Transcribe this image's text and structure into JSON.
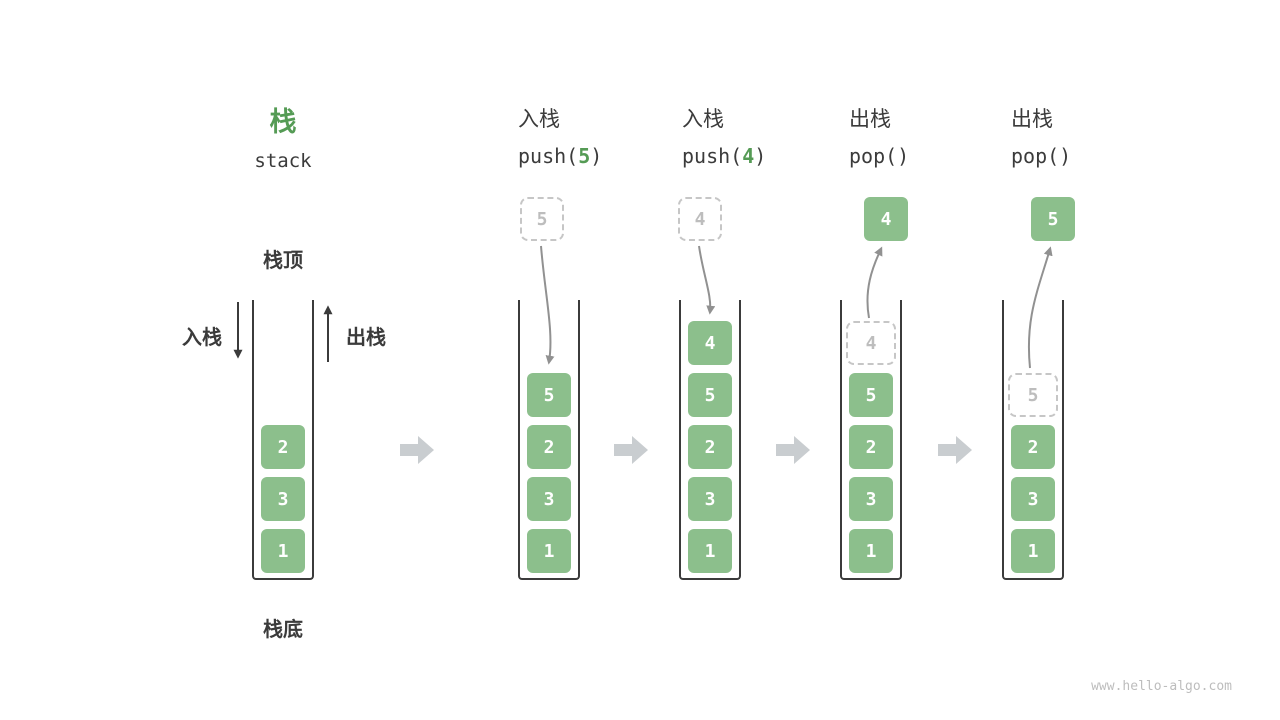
{
  "meta": {
    "watermark": "www.hello-algo.com"
  },
  "colors": {
    "cell_green": "#8CBF8C",
    "accent_green": "#559B55",
    "text_dark": "#3B3B3B",
    "ghost_gray": "#C6C6C6",
    "arrow_gray": "#919191",
    "block_arrow_gray": "#C9CDD0"
  },
  "legend": {
    "title": "栈",
    "subtitle": "stack",
    "top_label": "栈顶",
    "bottom_label": "栈底",
    "push_label": "入栈",
    "pop_label": "出栈"
  },
  "stages": [
    {
      "name": "initial",
      "cells": [
        {
          "v": "2"
        },
        {
          "v": "3"
        },
        {
          "v": "1"
        }
      ]
    },
    {
      "name": "push-5",
      "op": "入栈",
      "fn_pre": "push(",
      "fn_arg": "5",
      "fn_post": ")",
      "floating": "5",
      "cells": [
        {
          "v": "5"
        },
        {
          "v": "2"
        },
        {
          "v": "3"
        },
        {
          "v": "1"
        }
      ]
    },
    {
      "name": "push-4",
      "op": "入栈",
      "fn_pre": "push(",
      "fn_arg": "4",
      "fn_post": ")",
      "floating": "4",
      "cells": [
        {
          "v": "4"
        },
        {
          "v": "5"
        },
        {
          "v": "2"
        },
        {
          "v": "3"
        },
        {
          "v": "1"
        }
      ]
    },
    {
      "name": "pop-4",
      "op": "出栈",
      "fn_pre": "pop(",
      "fn_arg": "",
      "fn_post": ")",
      "floating": "4",
      "cells": [
        {
          "v": "4",
          "ghost": true
        },
        {
          "v": "5"
        },
        {
          "v": "2"
        },
        {
          "v": "3"
        },
        {
          "v": "1"
        }
      ]
    },
    {
      "name": "pop-5",
      "op": "出栈",
      "fn_pre": "pop(",
      "fn_arg": "",
      "fn_post": ")",
      "floating": "5",
      "cells": [
        {
          "v": "5",
          "ghost": true
        },
        {
          "v": "2"
        },
        {
          "v": "3"
        },
        {
          "v": "1"
        }
      ]
    }
  ]
}
